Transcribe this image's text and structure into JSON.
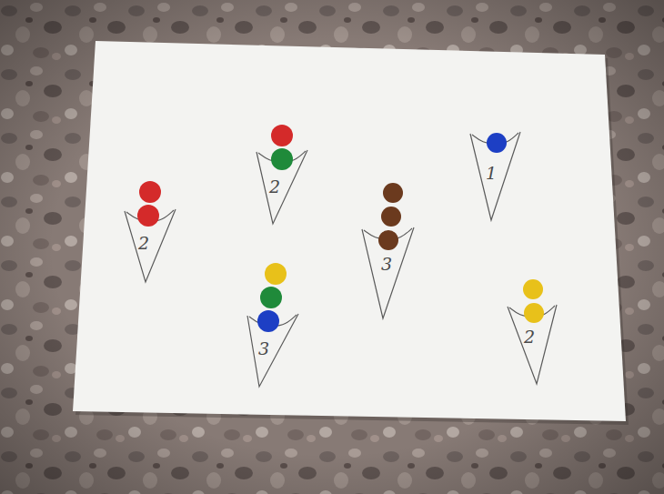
{
  "diagram": {
    "nodes": [
      {
        "text": [
          "2"
        ]
      },
      {
        "text": [
          "1"
        ]
      },
      {
        "text": [
          "2"
        ]
      },
      {
        "text": [
          "3"
        ]
      },
      {
        "text": [
          "3"
        ]
      },
      {
        "text": [
          "2"
        ]
      }
    ]
  }
}
